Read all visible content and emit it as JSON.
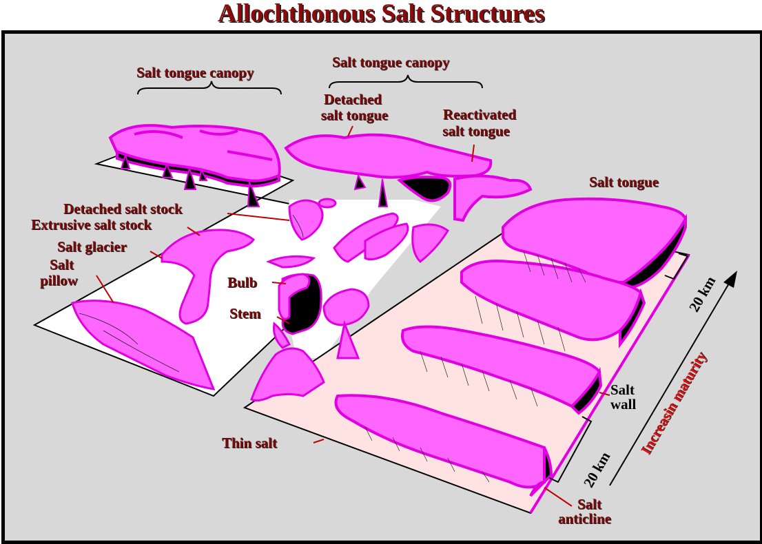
{
  "title": "Allochthonous Salt Structures",
  "colors": {
    "salt": "#ff66ff",
    "salt_edge": "#e000e0",
    "dark": "#000000",
    "background": "#d8d8d8",
    "label": "#7a0a0a",
    "panel_pink": "#ffe3e3"
  },
  "labels": {
    "canopy_left": "Salt tongue canopy",
    "canopy_right": "Salt tongue canopy",
    "detached_tongue_1": "Detached",
    "detached_tongue_2": "salt tongue",
    "reactivated_1": "Reactivated",
    "reactivated_2": "salt tongue",
    "salt_tongue": "Salt tongue",
    "detached_stock": "Detached salt stock",
    "extrusive_stock": "Extrusive salt stock",
    "salt_glacier": "Salt glacier",
    "salt_pillow_1": "Salt",
    "salt_pillow_2": "pillow",
    "bulb": "Bulb",
    "stem": "Stem",
    "thin_salt": "Thin salt",
    "salt_wall_1": "Salt",
    "salt_wall_2": "wall",
    "salt_anticline_1": "Salt",
    "salt_anticline_2": "anticline",
    "scale_upper": "20 km",
    "scale_lower": "20 km",
    "maturity": "Increasin maturity"
  }
}
